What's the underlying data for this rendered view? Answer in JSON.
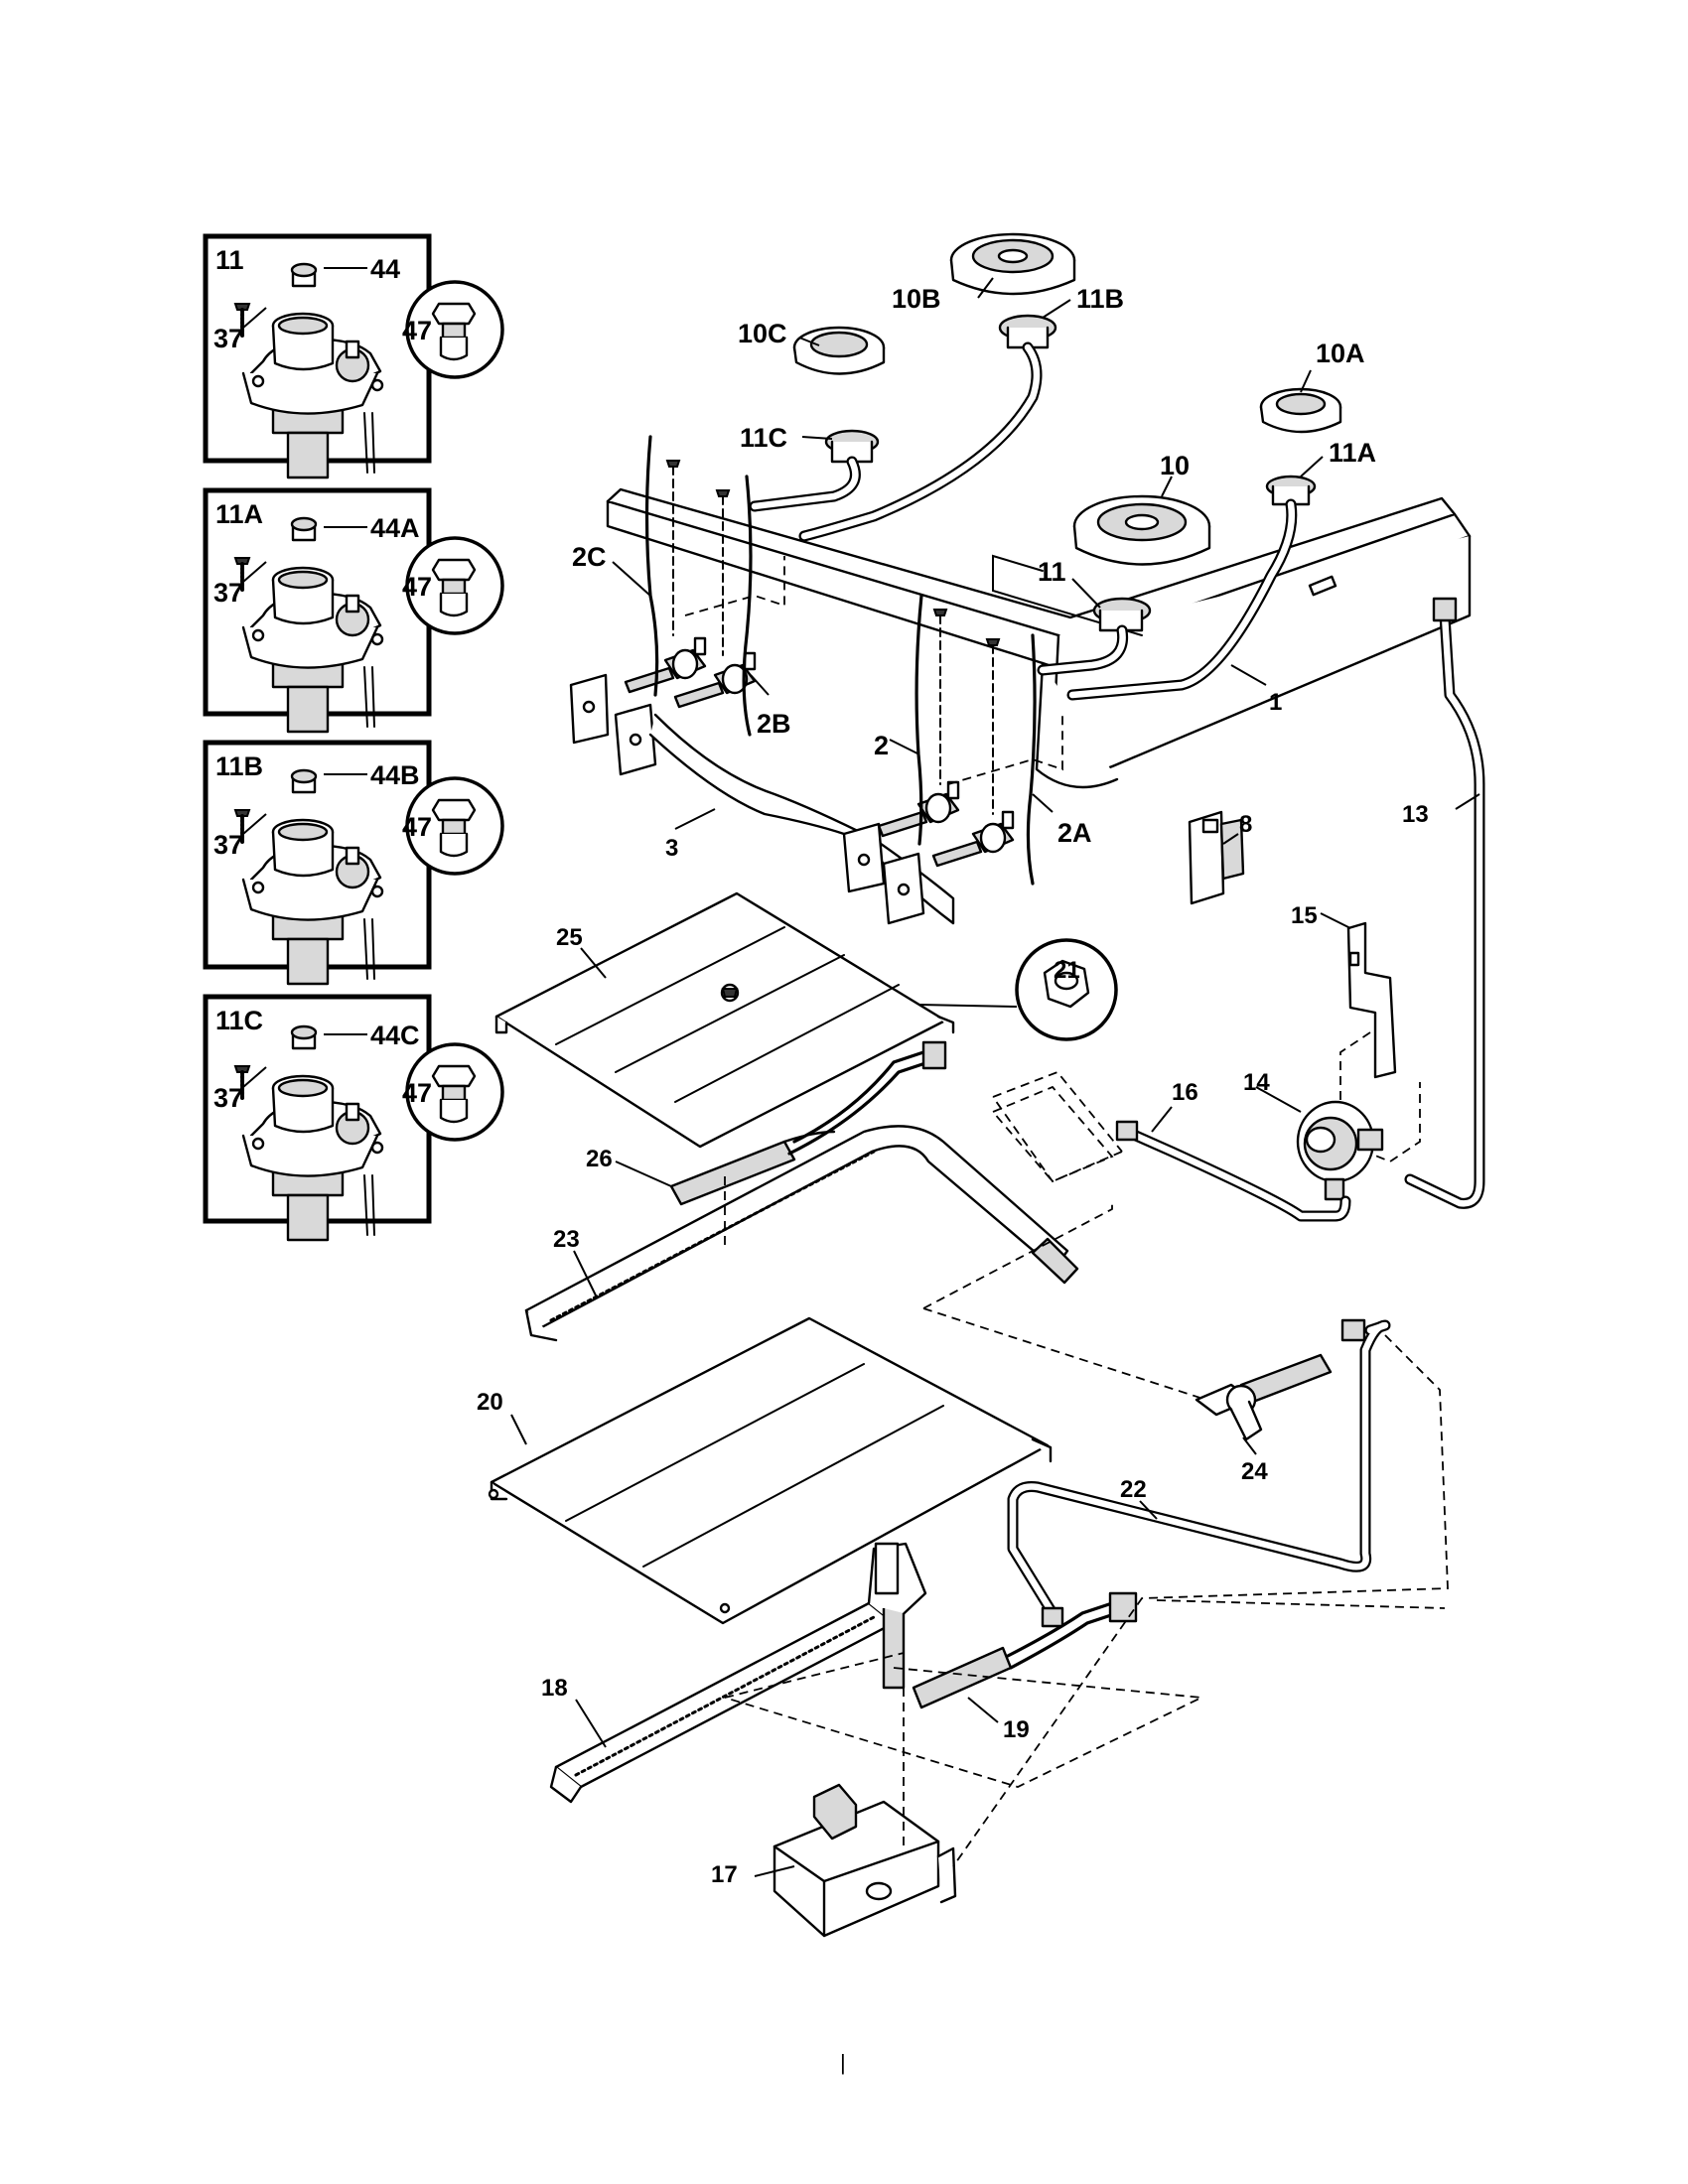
{
  "insets": [
    {
      "title": "11",
      "cap": "44",
      "screw": "37",
      "jet": "47"
    },
    {
      "title": "11A",
      "cap": "44A",
      "screw": "37",
      "jet": "47"
    },
    {
      "title": "11B",
      "cap": "44B",
      "screw": "37",
      "jet": "47"
    },
    {
      "title": "11C",
      "cap": "44C",
      "screw": "37",
      "jet": "47"
    }
  ],
  "callouts": {
    "p10B": "10B",
    "p11B": "11B",
    "p10C": "10C",
    "p11C": "11C",
    "p10A": "10A",
    "p11A": "11A",
    "p10": "10",
    "p11": "11",
    "p2C": "2C",
    "p2B": "2B",
    "p2": "2",
    "p2A": "2A",
    "p1": "1",
    "p3": "3",
    "p8": "8",
    "p13": "13",
    "p15": "15",
    "p14": "14",
    "p16": "16",
    "p21": "21",
    "p25": "25",
    "p26": "26",
    "p23": "23",
    "p20": "20",
    "p24": "24",
    "p22": "22",
    "p18": "18",
    "p19": "19",
    "p17": "17"
  },
  "footer": {
    "page_mark": "|"
  }
}
